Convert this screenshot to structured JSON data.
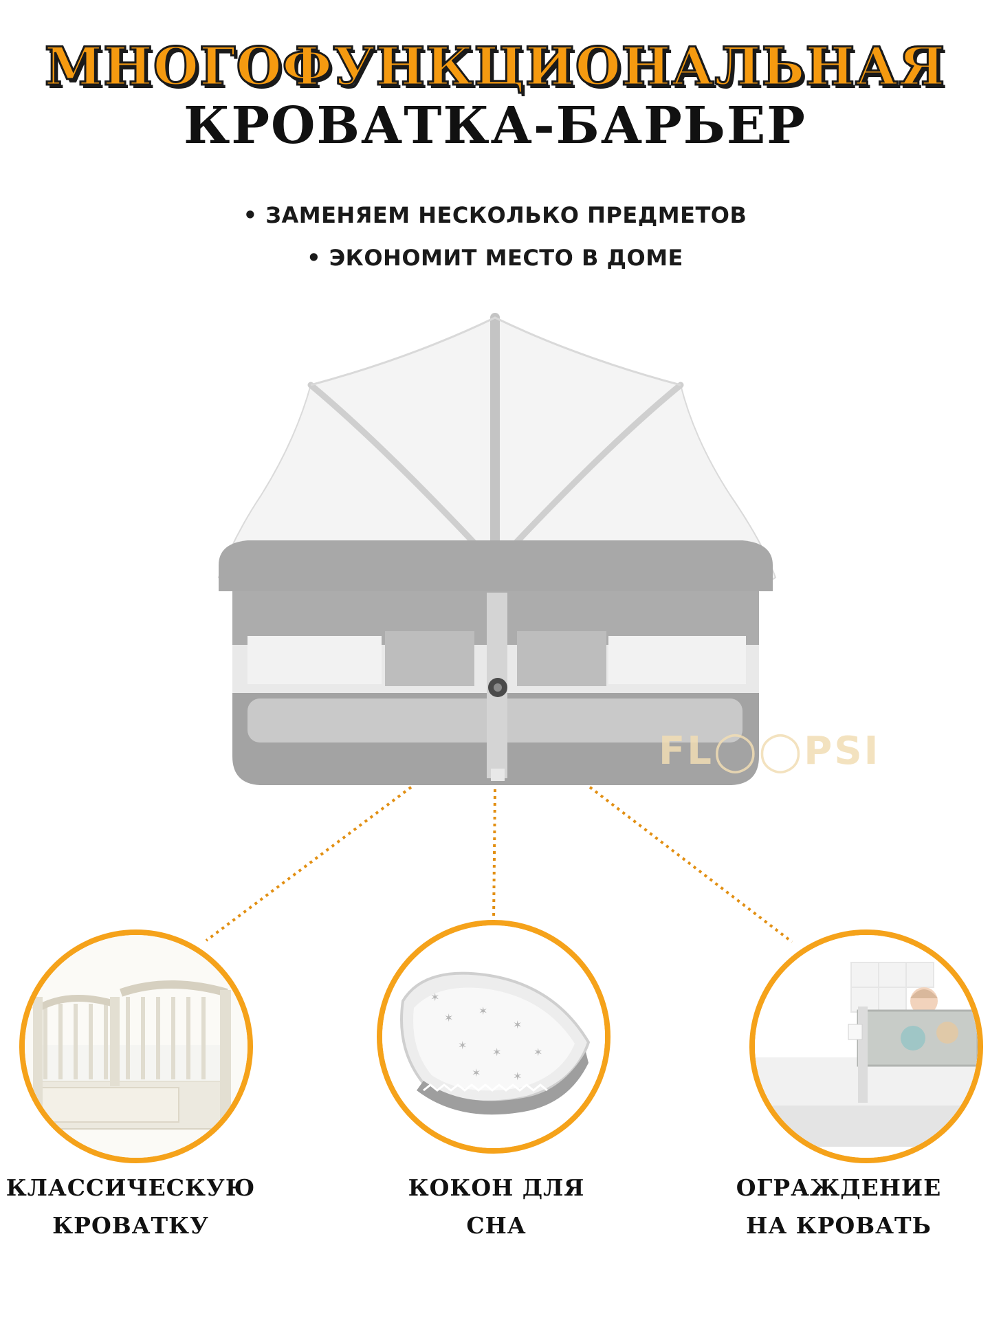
{
  "header": {
    "title_line1": "МНОГОФУНКЦИОНАЛЬНАЯ",
    "title_line2": "КРОВАТКА-БАРЬЕР"
  },
  "features": [
    "• ЗАМЕНЯЕМ НЕСКОЛЬКО ПРЕДМЕТОВ",
    "• ЭКОНОМИТ МЕСТО В ДОМЕ"
  ],
  "watermark": "FL◯◯PSI",
  "items": [
    {
      "line1": "КЛАССИЧЕСКУЮ",
      "line2": "КРОВАТКУ"
    },
    {
      "line1": "КОКОН ДЛЯ",
      "line2": "СНА"
    },
    {
      "line1": "ОГРАЖДЕНИЕ",
      "line2": "НА КРОВАТЬ"
    }
  ],
  "colors": {
    "accent": "#f5a21a",
    "title_orange": "#f59a10",
    "text": "#111111",
    "product_gray": "#a6a6a6"
  }
}
